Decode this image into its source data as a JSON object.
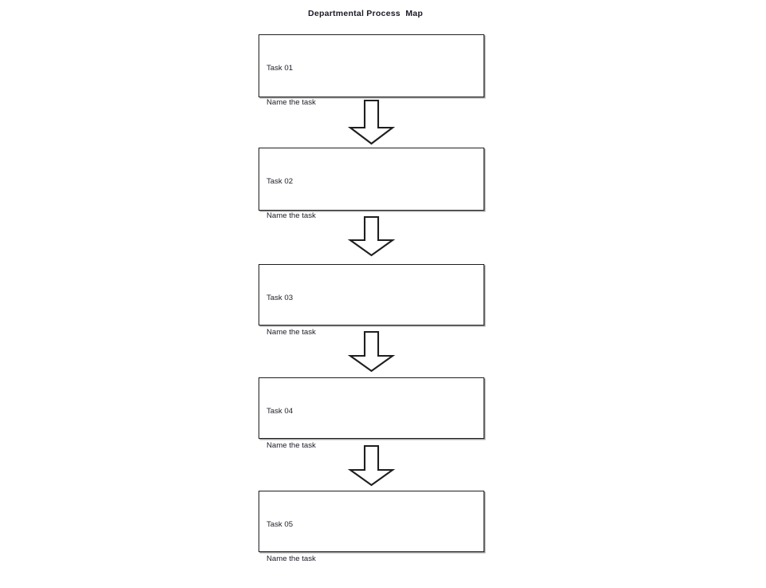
{
  "diagram": {
    "title": "Departmental Process  Map",
    "type": "vertical-flowchart",
    "background_color": "#ffffff",
    "box_border_color": "#1f1f1f",
    "text_color": "#1c1c28",
    "arrow_fill_color": "#ffffff",
    "arrow_stroke_color": "#1f1f1f",
    "steps": [
      {
        "id": "task-01",
        "title": "Task 01",
        "subtitle": "Name the task"
      },
      {
        "id": "task-02",
        "title": "Task 02",
        "subtitle": "Name the task"
      },
      {
        "id": "task-03",
        "title": "Task 03",
        "subtitle": "Name the task"
      },
      {
        "id": "task-04",
        "title": "Task 04",
        "subtitle": "Name the task"
      },
      {
        "id": "task-05",
        "title": "Task 05",
        "subtitle": "Name the task"
      }
    ],
    "connectors": [
      {
        "id": "arrow-1",
        "from": "task-01",
        "to": "task-02",
        "shape": "block-down-arrow"
      },
      {
        "id": "arrow-2",
        "from": "task-02",
        "to": "task-03",
        "shape": "block-down-arrow"
      },
      {
        "id": "arrow-3",
        "from": "task-03",
        "to": "task-04",
        "shape": "block-down-arrow"
      },
      {
        "id": "arrow-4",
        "from": "task-04",
        "to": "task-05",
        "shape": "block-down-arrow"
      }
    ]
  }
}
